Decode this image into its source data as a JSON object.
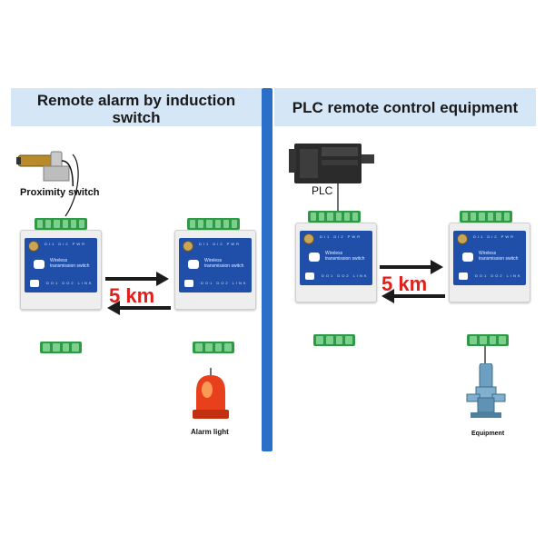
{
  "left_panel": {
    "title_line1": "Remote alarm by induction",
    "title_line2": "switch",
    "sensor_label": "Proximity switch",
    "distance": "5 km",
    "output_label": "Alarm light"
  },
  "right_panel": {
    "title": "PLC remote control equipment",
    "input_label": "PLC",
    "distance": "5 km",
    "output_label": "Equipment"
  },
  "colors": {
    "header_bg": "#d5e6f6",
    "divider": "#2b6fc9",
    "device_face": "#1f4fa8",
    "terminal": "#2f9a45",
    "distance_text": "#e0201c"
  }
}
